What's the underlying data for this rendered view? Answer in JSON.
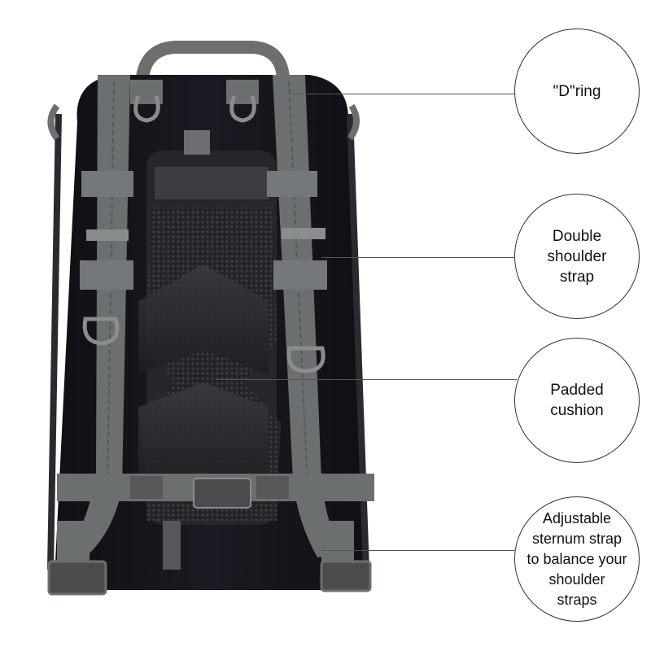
{
  "callouts": [
    {
      "id": "d-ring",
      "lines": [
        "\"D\"ring"
      ]
    },
    {
      "id": "double-shoulder-strap",
      "lines": [
        "Double",
        "shoulder",
        "strap"
      ]
    },
    {
      "id": "padded-cushion",
      "lines": [
        "Padded",
        "cushion"
      ]
    },
    {
      "id": "adjustable-sternum-strap",
      "lines": [
        "Adjustable",
        "sternum strap",
        "to balance your",
        "shoulder",
        "straps"
      ]
    }
  ],
  "colors": {
    "bag_body": "#15161c",
    "webbing": "#6c6f70",
    "mesh": "#2e2f33",
    "hardware": "#8a8d8e"
  }
}
